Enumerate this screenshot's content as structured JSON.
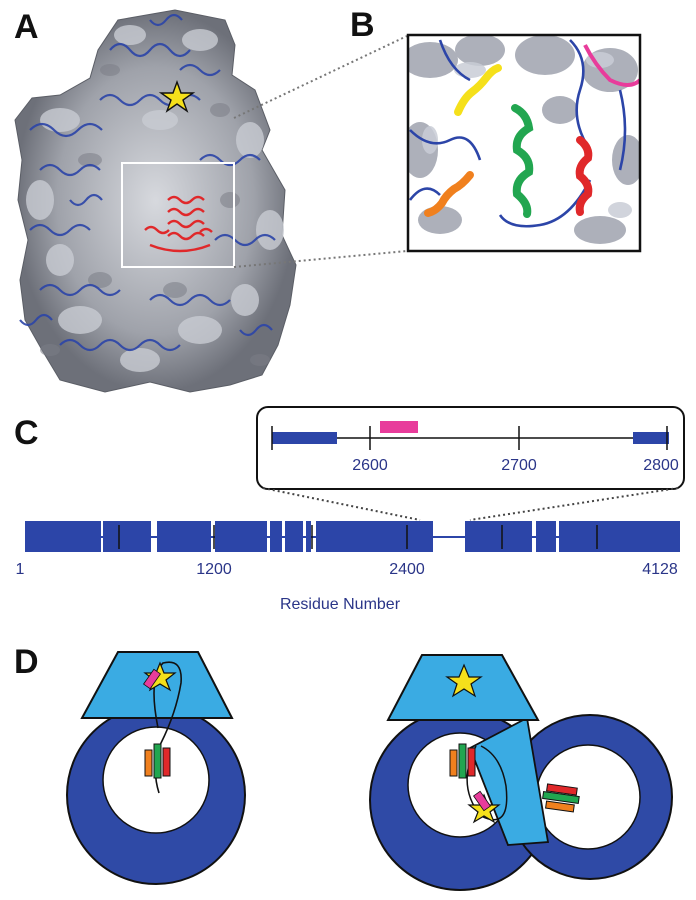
{
  "panels": {
    "a": {
      "letter": "A"
    },
    "b": {
      "letter": "B"
    },
    "c": {
      "letter": "C"
    },
    "d": {
      "letter": "D"
    }
  },
  "domain_map": {
    "axis_label": "Residue Number",
    "ticks": [
      "1",
      "1200",
      "2400",
      "4128"
    ],
    "inset_ticks": [
      "2600",
      "2700",
      "2800"
    ]
  },
  "colors": {
    "domain_blue": "#2c45a8",
    "ring_blue": "#2f4aa6",
    "cap_cyan": "#3aabe3",
    "tick_text": "#2a3588",
    "magenta": "#e83c9b",
    "red": "#e0282a",
    "green": "#22a650",
    "orange": "#f0801e",
    "yellow": "#f5e01b",
    "density_gray": "#a9acb4"
  },
  "icons": [
    "star-icon"
  ]
}
